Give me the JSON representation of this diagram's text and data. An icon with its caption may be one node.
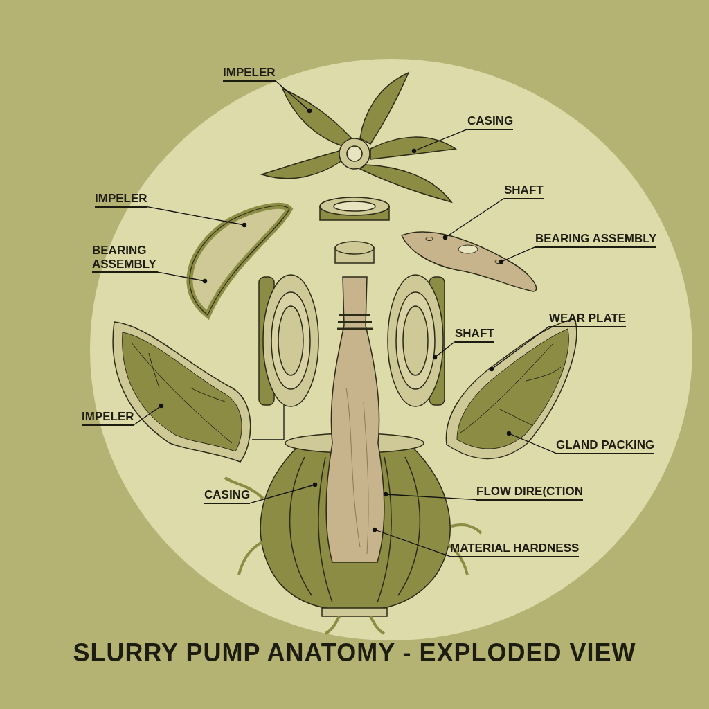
{
  "diagram": {
    "title": "SLURRY PUMP ANATOMY - EXPLODED VIEW",
    "nodes": [
      {
        "text": [
          "IMPELER"
        ]
      },
      {
        "text": [
          "CASING"
        ]
      },
      {
        "text": [
          "IMPELER"
        ]
      },
      {
        "text": [
          "SHAFT"
        ]
      },
      {
        "text": [
          "BEARING ASSEMBLY"
        ]
      },
      {
        "text": [
          "BEARING ASSEMBLY"
        ]
      },
      {
        "text": [
          "WEAR PLATE"
        ]
      },
      {
        "text": [
          "SHAFT"
        ]
      },
      {
        "text": [
          "IMPELER"
        ]
      },
      {
        "text": [
          "GLAND PACKING"
        ]
      },
      {
        "text": [
          "CASING"
        ]
      },
      {
        "text": [
          "FLOW DIRE(CTION"
        ]
      },
      {
        "text": [
          "MATERIAL HARDNESS"
        ]
      },
      {
        "text": [],
        "shape": "picture"
      },
      {
        "text": [],
        "shape": "picture"
      },
      {
        "text": [],
        "shape": "picture"
      },
      {
        "text": [],
        "shape": "picture"
      },
      {
        "text": [],
        "shape": "picture"
      },
      {
        "text": [],
        "shape": "picture"
      },
      {
        "text": [],
        "shape": "picture"
      },
      {
        "text": [],
        "shape": "picture"
      },
      {
        "text": [],
        "shape": "picture"
      }
    ],
    "edges": [
      {
        "from": 0,
        "to": 13,
        "arrow": "other"
      },
      {
        "from": 1,
        "to": 13,
        "arrow": "other"
      },
      {
        "from": 2,
        "to": 14,
        "arrow": "other"
      },
      {
        "from": 3,
        "to": 15,
        "arrow": "other"
      },
      {
        "from": 4,
        "to": 15,
        "arrow": "other"
      },
      {
        "from": 5,
        "to": 14,
        "arrow": "other"
      },
      {
        "from": 6,
        "to": 17,
        "arrow": "other"
      },
      {
        "from": 7,
        "to": 16,
        "arrow": "other"
      },
      {
        "from": 8,
        "to": 18,
        "arrow": "other"
      },
      {
        "from": 9,
        "to": 17,
        "arrow": "other"
      },
      {
        "from": 10,
        "to": 19,
        "arrow": "other"
      },
      {
        "from": 11,
        "to": 20,
        "arrow": "other"
      },
      {
        "from": 12,
        "to": 20,
        "arrow": "other"
      },
      {
        "from": 21,
        "to": 18,
        "arrow": "none"
      }
    ]
  }
}
